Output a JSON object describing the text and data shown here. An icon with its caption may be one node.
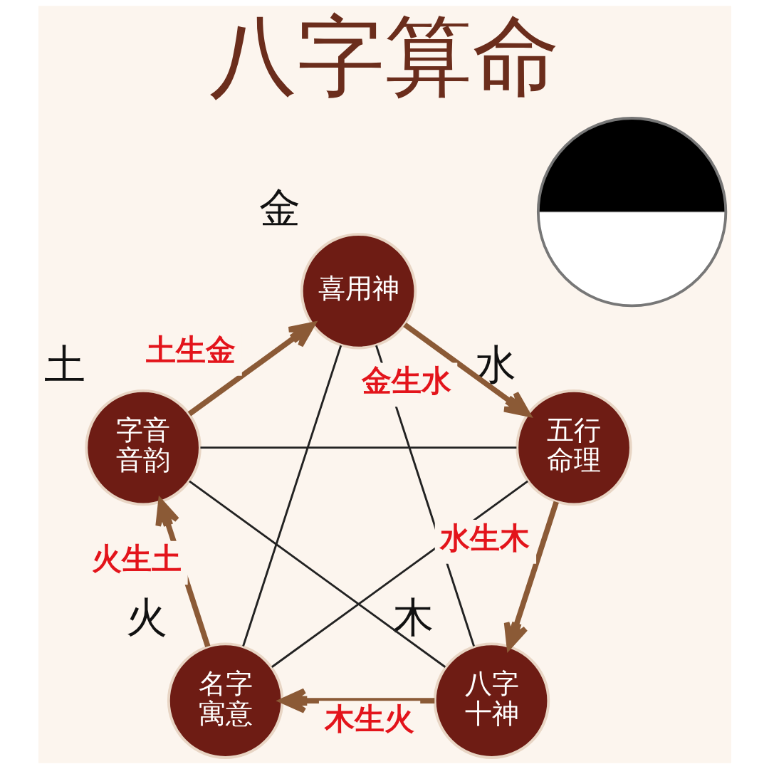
{
  "diagram": {
    "title": "八字算命",
    "nodes": [
      {
        "text": [
          "喜用神"
        ],
        "beside": [
          "金"
        ]
      },
      {
        "text": [
          "字音音韵"
        ],
        "beside": [
          "土"
        ]
      },
      {
        "text": [
          "五行命理"
        ],
        "beside": [
          "水"
        ]
      },
      {
        "text": [],
        "shape": "circle"
      },
      {
        "text": [
          "名字寓意"
        ],
        "beside": [
          "火"
        ]
      },
      {
        "text": [
          "八字十神"
        ],
        "beside": [
          "木"
        ]
      }
    ],
    "edges": [
      {
        "from": 1,
        "to": 0,
        "arrow": "to",
        "label": "土生金",
        "style": "thick",
        "color": "#8b5a36"
      },
      {
        "from": 0,
        "to": 2,
        "arrow": "to",
        "label": "金生水",
        "style": "thick",
        "color": "#8b5a36"
      },
      {
        "from": 2,
        "to": 5,
        "arrow": "to",
        "label": "水生木",
        "style": "thick",
        "color": "#8b5a36"
      },
      {
        "from": 5,
        "to": 4,
        "arrow": "to",
        "label": "木生火",
        "style": "thick",
        "color": "#8b5a36"
      },
      {
        "from": 4,
        "to": 1,
        "arrow": "to",
        "label": "火生土",
        "style": "thick",
        "color": "#8b5a36"
      },
      {
        "from": 0,
        "to": 4,
        "arrow": "none",
        "color": "#222222"
      },
      {
        "from": 0,
        "to": 5,
        "arrow": "none",
        "color": "#222222"
      },
      {
        "from": 1,
        "to": 2,
        "arrow": "none",
        "color": "#222222"
      },
      {
        "from": 1,
        "to": 5,
        "arrow": "none",
        "color": "#222222"
      },
      {
        "from": 2,
        "to": 4,
        "arrow": "none",
        "color": "#222222"
      }
    ]
  }
}
